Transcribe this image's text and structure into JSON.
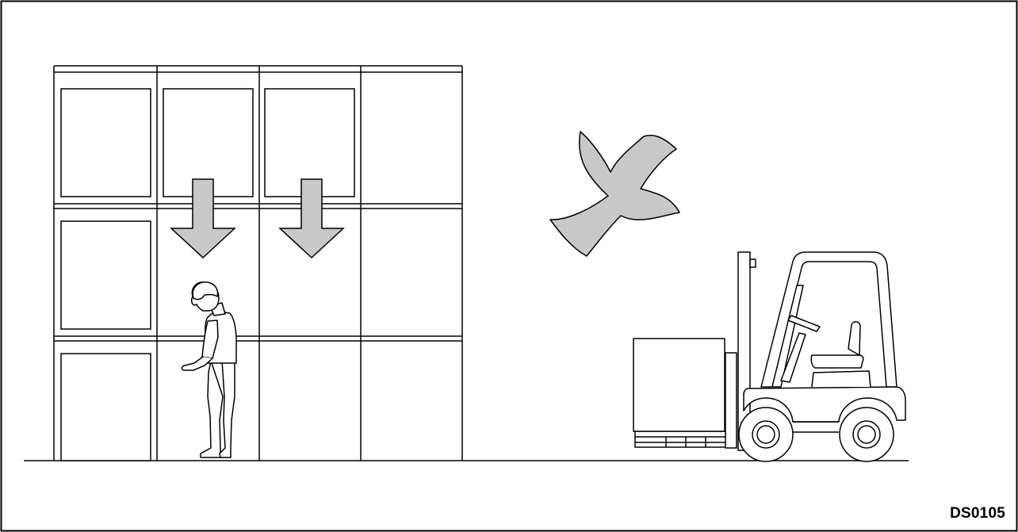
{
  "figure": {
    "code": "DS0105",
    "fill_gray": "#c8c8c8",
    "line_color": "#000000",
    "forbidden_mark": "x-mark",
    "icons": [
      "storage-rack",
      "arrow-down",
      "standing-person",
      "forklift",
      "x-mark"
    ]
  }
}
